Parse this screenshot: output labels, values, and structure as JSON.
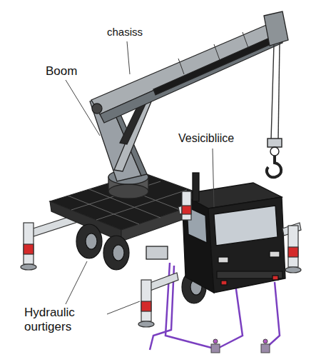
{
  "diagram": {
    "labels": [
      "chasiss",
      "Boom",
      "Vesicibliice",
      "Hydraulic ourtigers"
    ]
  }
}
